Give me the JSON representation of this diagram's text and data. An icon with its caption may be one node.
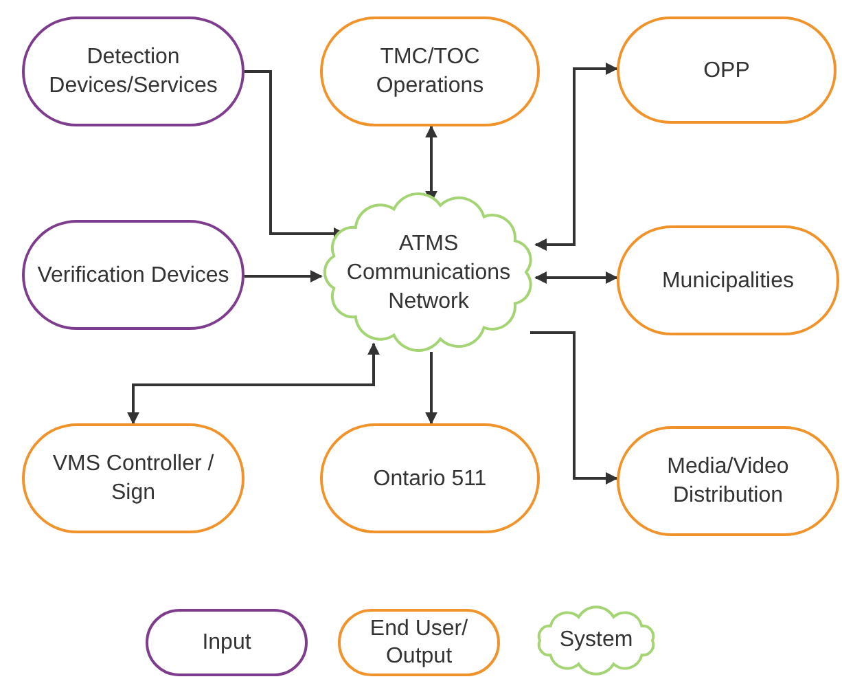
{
  "diagram": {
    "nodes": [
      {
        "text": [
          "Detection Devices/Services"
        ]
      },
      {
        "text": [
          "TMC/TOC Operations"
        ]
      },
      {
        "text": [
          "OPP"
        ]
      },
      {
        "text": [
          "Verification Devices"
        ]
      },
      {
        "text": [
          "ATMS Communications Network"
        ]
      },
      {
        "text": [
          "Municipalities"
        ]
      },
      {
        "text": [
          "VMS Controller / Sign"
        ]
      },
      {
        "text": [
          "Ontario 511"
        ]
      },
      {
        "text": [
          "Media/Video Distribution"
        ]
      }
    ],
    "edges": [
      {
        "from": 0,
        "to": 4,
        "arrow": "to"
      },
      {
        "from": 1,
        "to": 4,
        "arrow": "both"
      },
      {
        "from": 4,
        "to": 2,
        "arrow": "both"
      },
      {
        "from": 3,
        "to": 4,
        "arrow": "to"
      },
      {
        "from": 4,
        "to": 5,
        "arrow": "both"
      },
      {
        "from": 4,
        "to": 6,
        "arrow": "both"
      },
      {
        "from": 4,
        "to": 7,
        "arrow": "to"
      },
      {
        "from": 4,
        "to": 8,
        "arrow": "to"
      }
    ],
    "legend": [
      {
        "text": "Input"
      },
      {
        "text": "End User/ Output"
      },
      {
        "text": "System"
      }
    ]
  }
}
